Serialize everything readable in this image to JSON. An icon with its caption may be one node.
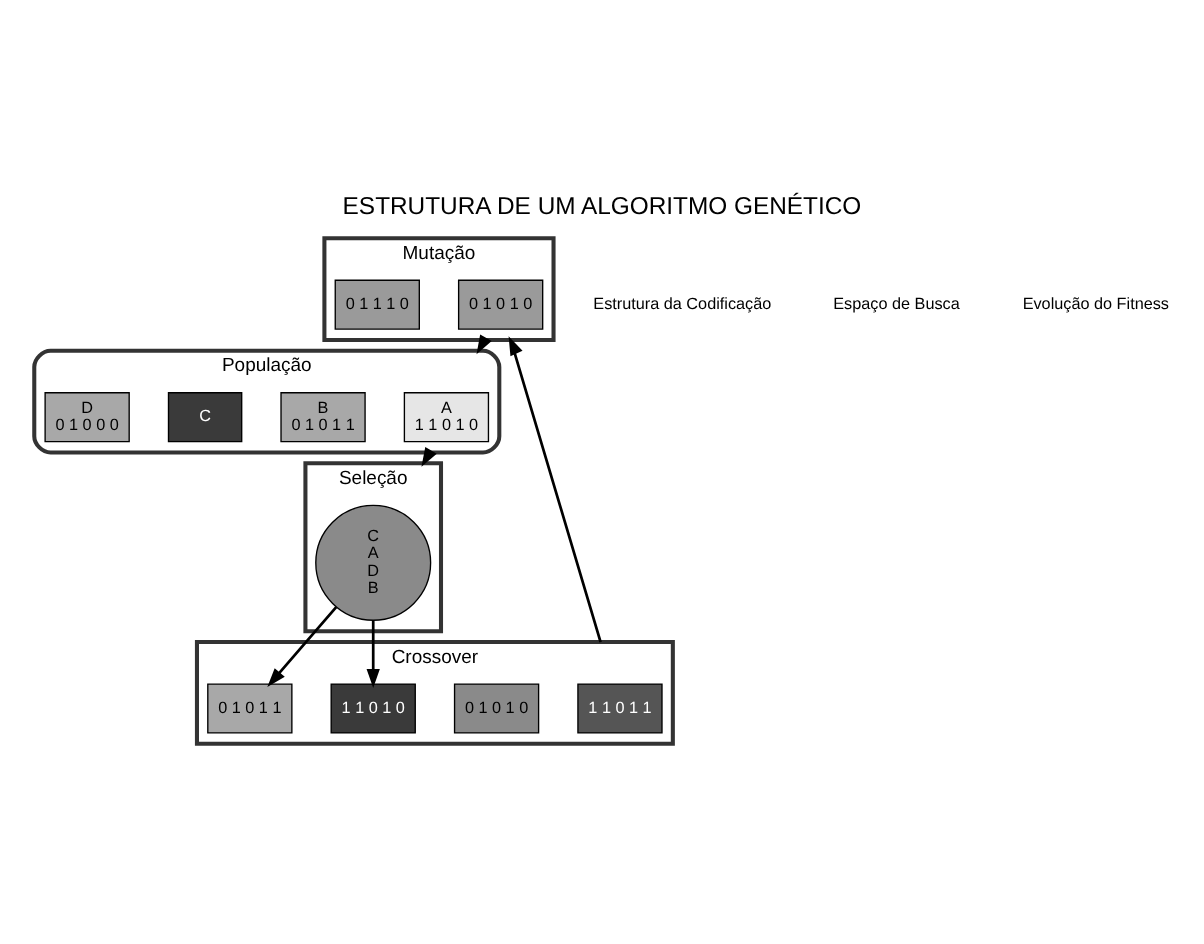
{
  "diagram": {
    "title": "ESTRUTURA DE UM ALGORITMO GENÉTICO",
    "nodes": [
      {
        "text": [
          "Mutação"
        ]
      },
      {
        "text": [
          "0 1 0 1 0"
        ],
        "in": 0
      },
      {
        "text": [
          "0 1 1 1 0"
        ],
        "in": 0
      },
      {
        "text": [
          "População"
        ]
      },
      {
        "text": [
          "A",
          "1 1 0 1 0"
        ],
        "in": 3
      },
      {
        "text": [
          "B",
          "0 1 0 1 1"
        ],
        "in": 3
      },
      {
        "text": [
          "C"
        ],
        "in": 3
      },
      {
        "text": [
          "D",
          "0 1 0 0 0"
        ],
        "in": 3
      },
      {
        "text": [
          "Crossover"
        ]
      },
      {
        "text": [
          "1 1 0 1 1"
        ],
        "in": 8
      },
      {
        "text": [
          "0 1 0 1 0"
        ],
        "in": 8
      },
      {
        "text": [
          "1 1 0 1 0"
        ],
        "in": 8
      },
      {
        "text": [
          "0 1 0 1 1"
        ],
        "in": 8
      },
      {
        "text": [
          "Seleção"
        ]
      },
      {
        "text": [
          "C",
          "A",
          "D",
          "B"
        ],
        "in": 13
      }
    ],
    "edges": [
      {
        "from": 0,
        "to": 3,
        "arrow": "to"
      },
      {
        "from": 8,
        "to": 0,
        "arrow": "to"
      },
      {
        "from": 3,
        "to": 13,
        "arrow": "to"
      },
      {
        "from": 14,
        "to": 11,
        "arrow": "to"
      },
      {
        "from": 14,
        "to": 12,
        "arrow": "to"
      }
    ],
    "labels": [
      "Estrutura da Codificação",
      "Espaço de Busca",
      "Evolução do Fitness"
    ]
  }
}
